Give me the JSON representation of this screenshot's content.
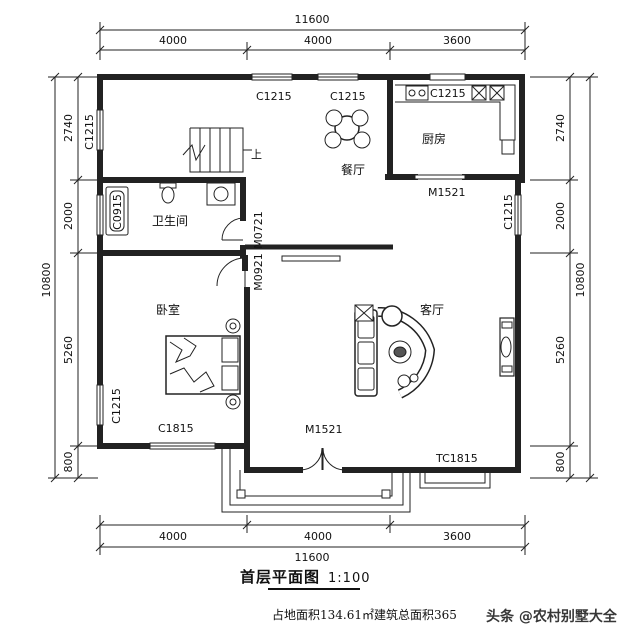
{
  "dimensions": {
    "top_total": "11600",
    "top_segments": [
      "4000",
      "4000",
      "3600"
    ],
    "bottom_total": "11600",
    "bottom_segments": [
      "4000",
      "4000",
      "3600"
    ],
    "left_total": "10800",
    "left_segments": [
      "2740",
      "2000",
      "5260",
      "800"
    ],
    "right_total": "10800",
    "right_segments": [
      "2740",
      "2000",
      "5260",
      "800"
    ]
  },
  "rooms": {
    "dining": "餐厅",
    "kitchen": "厨房",
    "bathroom": "卫生间",
    "bedroom": "卧室",
    "living": "客厅"
  },
  "openings": {
    "c1215_top_a": "C1215",
    "c1215_top_b": "C1215",
    "c1215_kitchen": "C1215",
    "c1215_left_top": "C1215",
    "c0915": "C0915",
    "m0721": "M0721",
    "m0921": "M0921",
    "m1521_kitchen": "M1521",
    "c1215_right": "C1215",
    "c1215_left_bedroom": "C1215",
    "c1815": "C1815",
    "m1521_entry": "M1521",
    "tc1815": "TC1815"
  },
  "stair_up": "上",
  "footer": {
    "title": "首层平面图",
    "scale": "1:100",
    "area": "占地面积134.61㎡建筑总面积365",
    "watermark": "头条 @农村别墅大全"
  }
}
